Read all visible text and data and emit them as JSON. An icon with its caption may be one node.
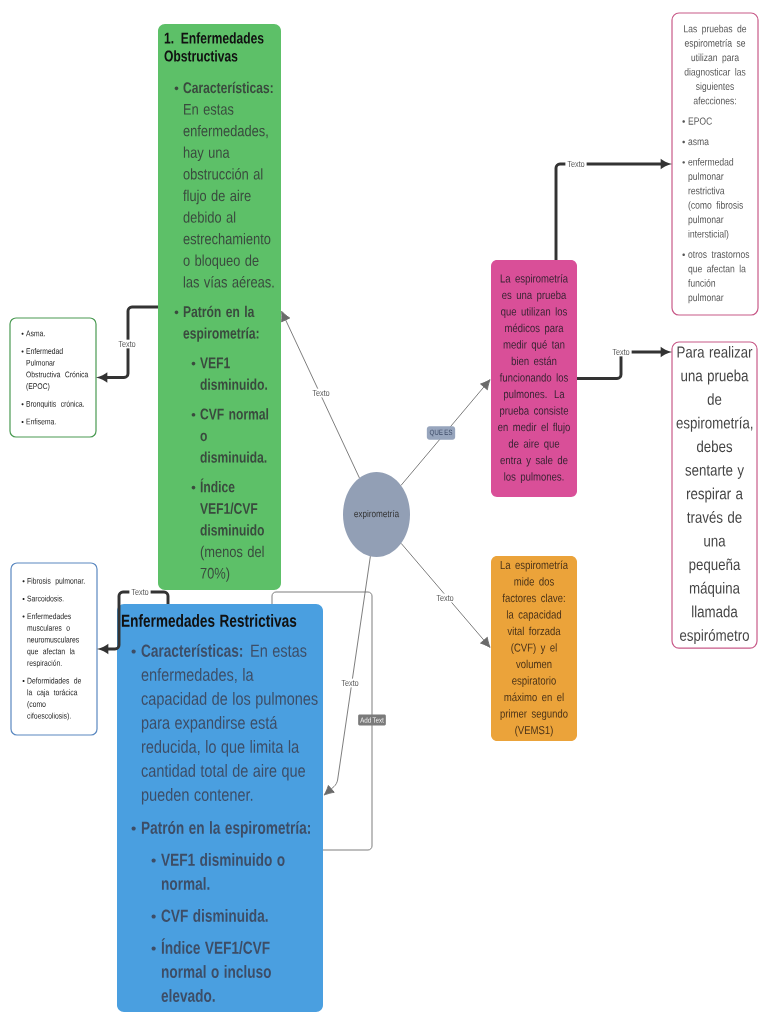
{
  "diagram": {
    "nodes": [
      {
        "text": [
          "expirometría"
        ]
      },
      {
        "text": [
          "1. Enfermedades Obstructivas",
          "**Características:** En estas enfermedades, hay una obstrucción al flujo de aire debido al estrechamiento o bloqueo de las vías aéreas.",
          "Patrón en la espirometría:",
          "VEF1 disminuido.",
          "CVF normal o disminuida.",
          "**Índice VEF1/CVF disminuido** (menos del 70%)"
        ]
      },
      {
        "text": [
          "Asma.",
          "Enfermedad Pulmonar Obstructiva Crónica (EPOC)",
          "Bronquitis crónica.",
          "Enfisema."
        ]
      },
      {
        "text": [
          "Enfermedades Restrictivas",
          "**Características:** En estas enfermedades, la capacidad de los pulmones para expandirse está reducida, lo que limita la cantidad total de aire que pueden contener.",
          "Patrón en la espirometría:",
          "VEF1 disminuido o normal.",
          "CVF disminuida.",
          "Índice VEF1/CVF normal o incluso elevado."
        ]
      },
      {
        "text": [
          "Fibrosis pulmonar.",
          "Sarcoidosis.",
          "Enfermedades musculares o neuromusculares que afectan la respiración.",
          "Deformidades de la caja torácica (como cifoescoliosis)."
        ]
      },
      {
        "text": [
          "La espirometría es una prueba que utilizan los médicos para medir qué tan bien están funcionando los pulmones. La prueba consiste en medir el flujo de aire que entra y sale de los pulmones."
        ]
      },
      {
        "text": [
          "Las pruebas de espirometría se utilizan para diagnosticar las siguientes afecciones:",
          "EPOC",
          "asma",
          "enfermedad pulmonar restrictiva (como fibrosis pulmonar intersticial)",
          "otros trastornos que afectan la función pulmonar"
        ]
      },
      {
        "text": [
          "Para realizar una prueba de espirometría, debes sentarte y respirar a través de una pequeña máquina llamada espirómetro"
        ]
      },
      {
        "text": [
          "La espirometría mide dos factores clave: la capacidad vital forzada (CVF) y el volumen espiratorio máximo en el primer segundo (VEMS1)"
        ]
      }
    ],
    "edges": [
      {
        "from": 0,
        "to": 1,
        "arrow": "to",
        "label": "Texto"
      },
      {
        "from": 0,
        "to": 5,
        "arrow": "to",
        "label": "QUE ES"
      },
      {
        "from": 0,
        "to": 8,
        "arrow": "to",
        "label": "Texto"
      },
      {
        "from": 0,
        "to": 3,
        "arrow": "to",
        "label": "Texto"
      },
      {
        "from": 1,
        "to": 2,
        "arrow": "to",
        "label": "Texto",
        "style": "thick",
        "color": "#333333"
      },
      {
        "from": 3,
        "to": 4,
        "arrow": "to",
        "label": "Texto",
        "style": "thick",
        "color": "#333333"
      },
      {
        "from": 3,
        "to": 3,
        "arrow": "none",
        "label": "Add Text"
      },
      {
        "from": 5,
        "to": 6,
        "arrow": "to",
        "label": "Texto",
        "style": "thick",
        "color": "#333333"
      },
      {
        "from": 5,
        "to": 7,
        "arrow": "to",
        "label": "Texto",
        "style": "thick",
        "color": "#333333"
      }
    ]
  }
}
